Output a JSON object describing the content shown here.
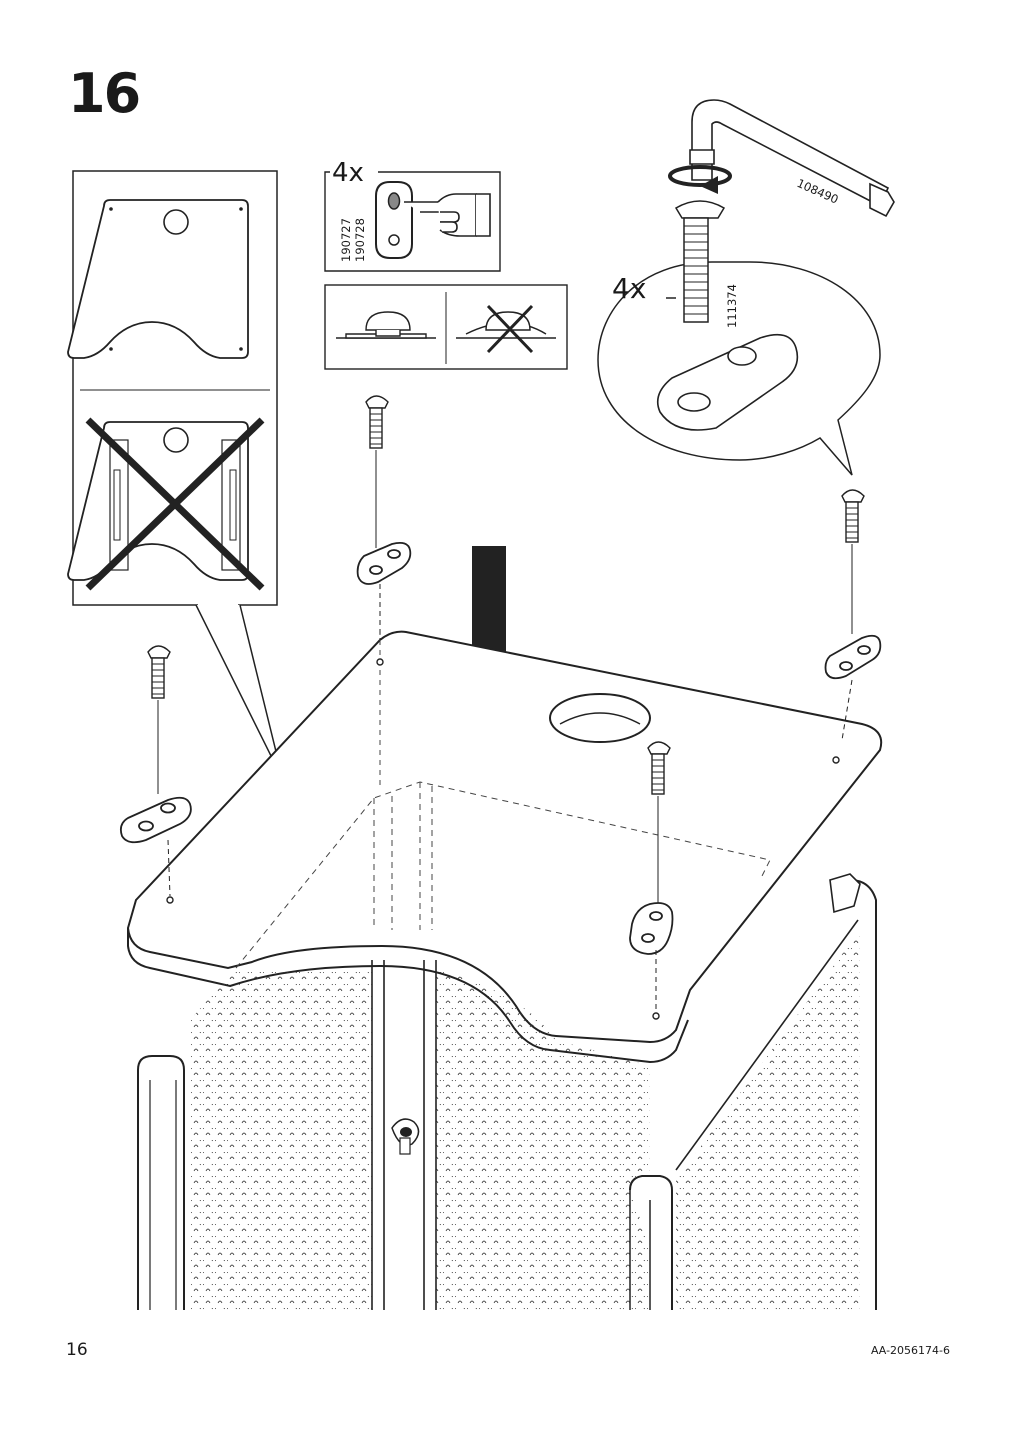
{
  "step": {
    "number": "16"
  },
  "panels": {
    "qty_hint": {
      "quantity": "4x",
      "part_a": "190727",
      "part_b": "190728"
    },
    "screw_detail": {
      "quantity": "4x",
      "screw_part": "111374",
      "tool_part": "108490"
    }
  },
  "footer": {
    "page": "16",
    "doc_code": "AA-2056174-6"
  }
}
